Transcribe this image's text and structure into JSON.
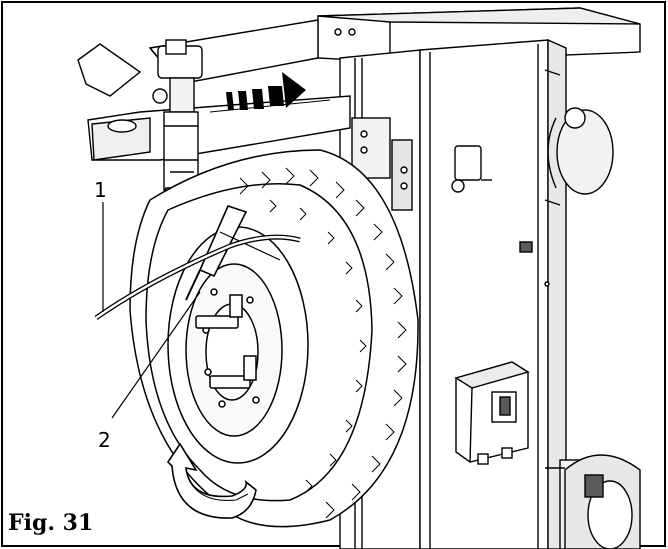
{
  "figure": {
    "label": "Fig. 31",
    "callouts": [
      "1",
      "2"
    ]
  },
  "colors": {
    "line": "#000000",
    "background": "#ffffff",
    "light_gray": "#d9d9d9",
    "mid_gray": "#bdbdbd",
    "dark_gray": "#5a5a5a"
  },
  "icons": {
    "direction_arrow": "arrow-right-icon",
    "rotation_arrow": "curved-arrow-icon"
  }
}
